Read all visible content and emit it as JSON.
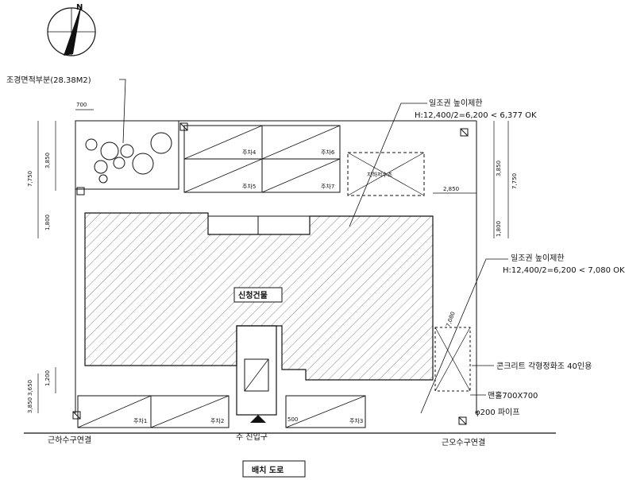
{
  "labels": {
    "north": "N",
    "landscape_area": "조경면적부분(28.38M2)",
    "sunlight_top_title": "일조권 높이제한",
    "sunlight_top_calc": "H:12,400/2=6,200 < 6,377  OK",
    "sunlight_right_title": "일조권 높이제한",
    "sunlight_right_calc": "H:12,400/2=6,200 < 7,080  OK",
    "septic_tank": "지하저수조",
    "new_building": "신청건물",
    "main_entrance": "주 진입구",
    "fence_label": "콘크리트 각형정화조 40인용",
    "drain_box": "맨홀700X700",
    "pipe": "φ200 파이프",
    "conn_left": "근하수구연결",
    "conn_right": "근오수구연결",
    "drawing_title": "배치 도로"
  },
  "parking": [
    "주차1",
    "주차2",
    "주차3",
    "주차4",
    "주차5",
    "주차6",
    "주차7"
  ],
  "dims": {
    "top_w": "700",
    "left_a": "7,750",
    "left_b": "3,850",
    "left_c": "1,800",
    "left_d": "3,850",
    "left_e": "3,650",
    "left_f": "1,200",
    "right_a": "3,850",
    "right_b": "7,750",
    "right_c": "1,800",
    "right_d": "2,850",
    "diag": "7,080",
    "small": "500"
  }
}
